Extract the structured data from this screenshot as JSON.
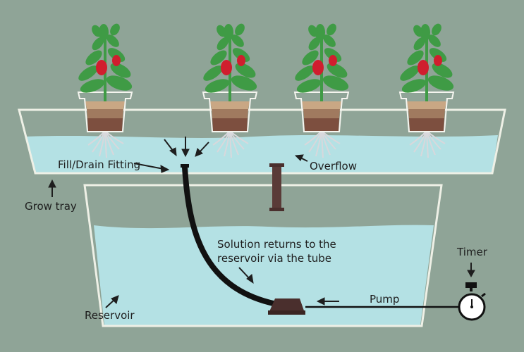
{
  "colors": {
    "background": "#8fa497",
    "water": "#b4e1e4",
    "tray_outline": "#eef0e6",
    "tube": "#111111",
    "pump": "#4a2f2d",
    "overflow_pipe": "#5a3b38",
    "leaf": "#3f9b45",
    "pepper": "#d01e2e",
    "soil_top": "#c9a784",
    "soil_mid": "#a07a5f",
    "soil_bottom": "#7d4f3f",
    "root": "#d8d8dc",
    "arrow": "#1e1e1e"
  },
  "icons": {
    "plant": "pepper-plant-icon",
    "timer": "stopwatch-icon",
    "pump": "pump-icon",
    "arrow": "arrow-icon"
  },
  "labels": {
    "fill_drain": "Fill/Drain Fitting",
    "overflow": "Overflow",
    "grow_tray": "Grow tray",
    "solution_line1": "Solution returns to the",
    "solution_line2": "reservoir via the tube",
    "timer": "Timer",
    "pump": "Pump",
    "reservoir": "Reservoir"
  },
  "plants": [
    {
      "id": "plant-1"
    },
    {
      "id": "plant-2"
    },
    {
      "id": "plant-3"
    },
    {
      "id": "plant-4"
    }
  ]
}
